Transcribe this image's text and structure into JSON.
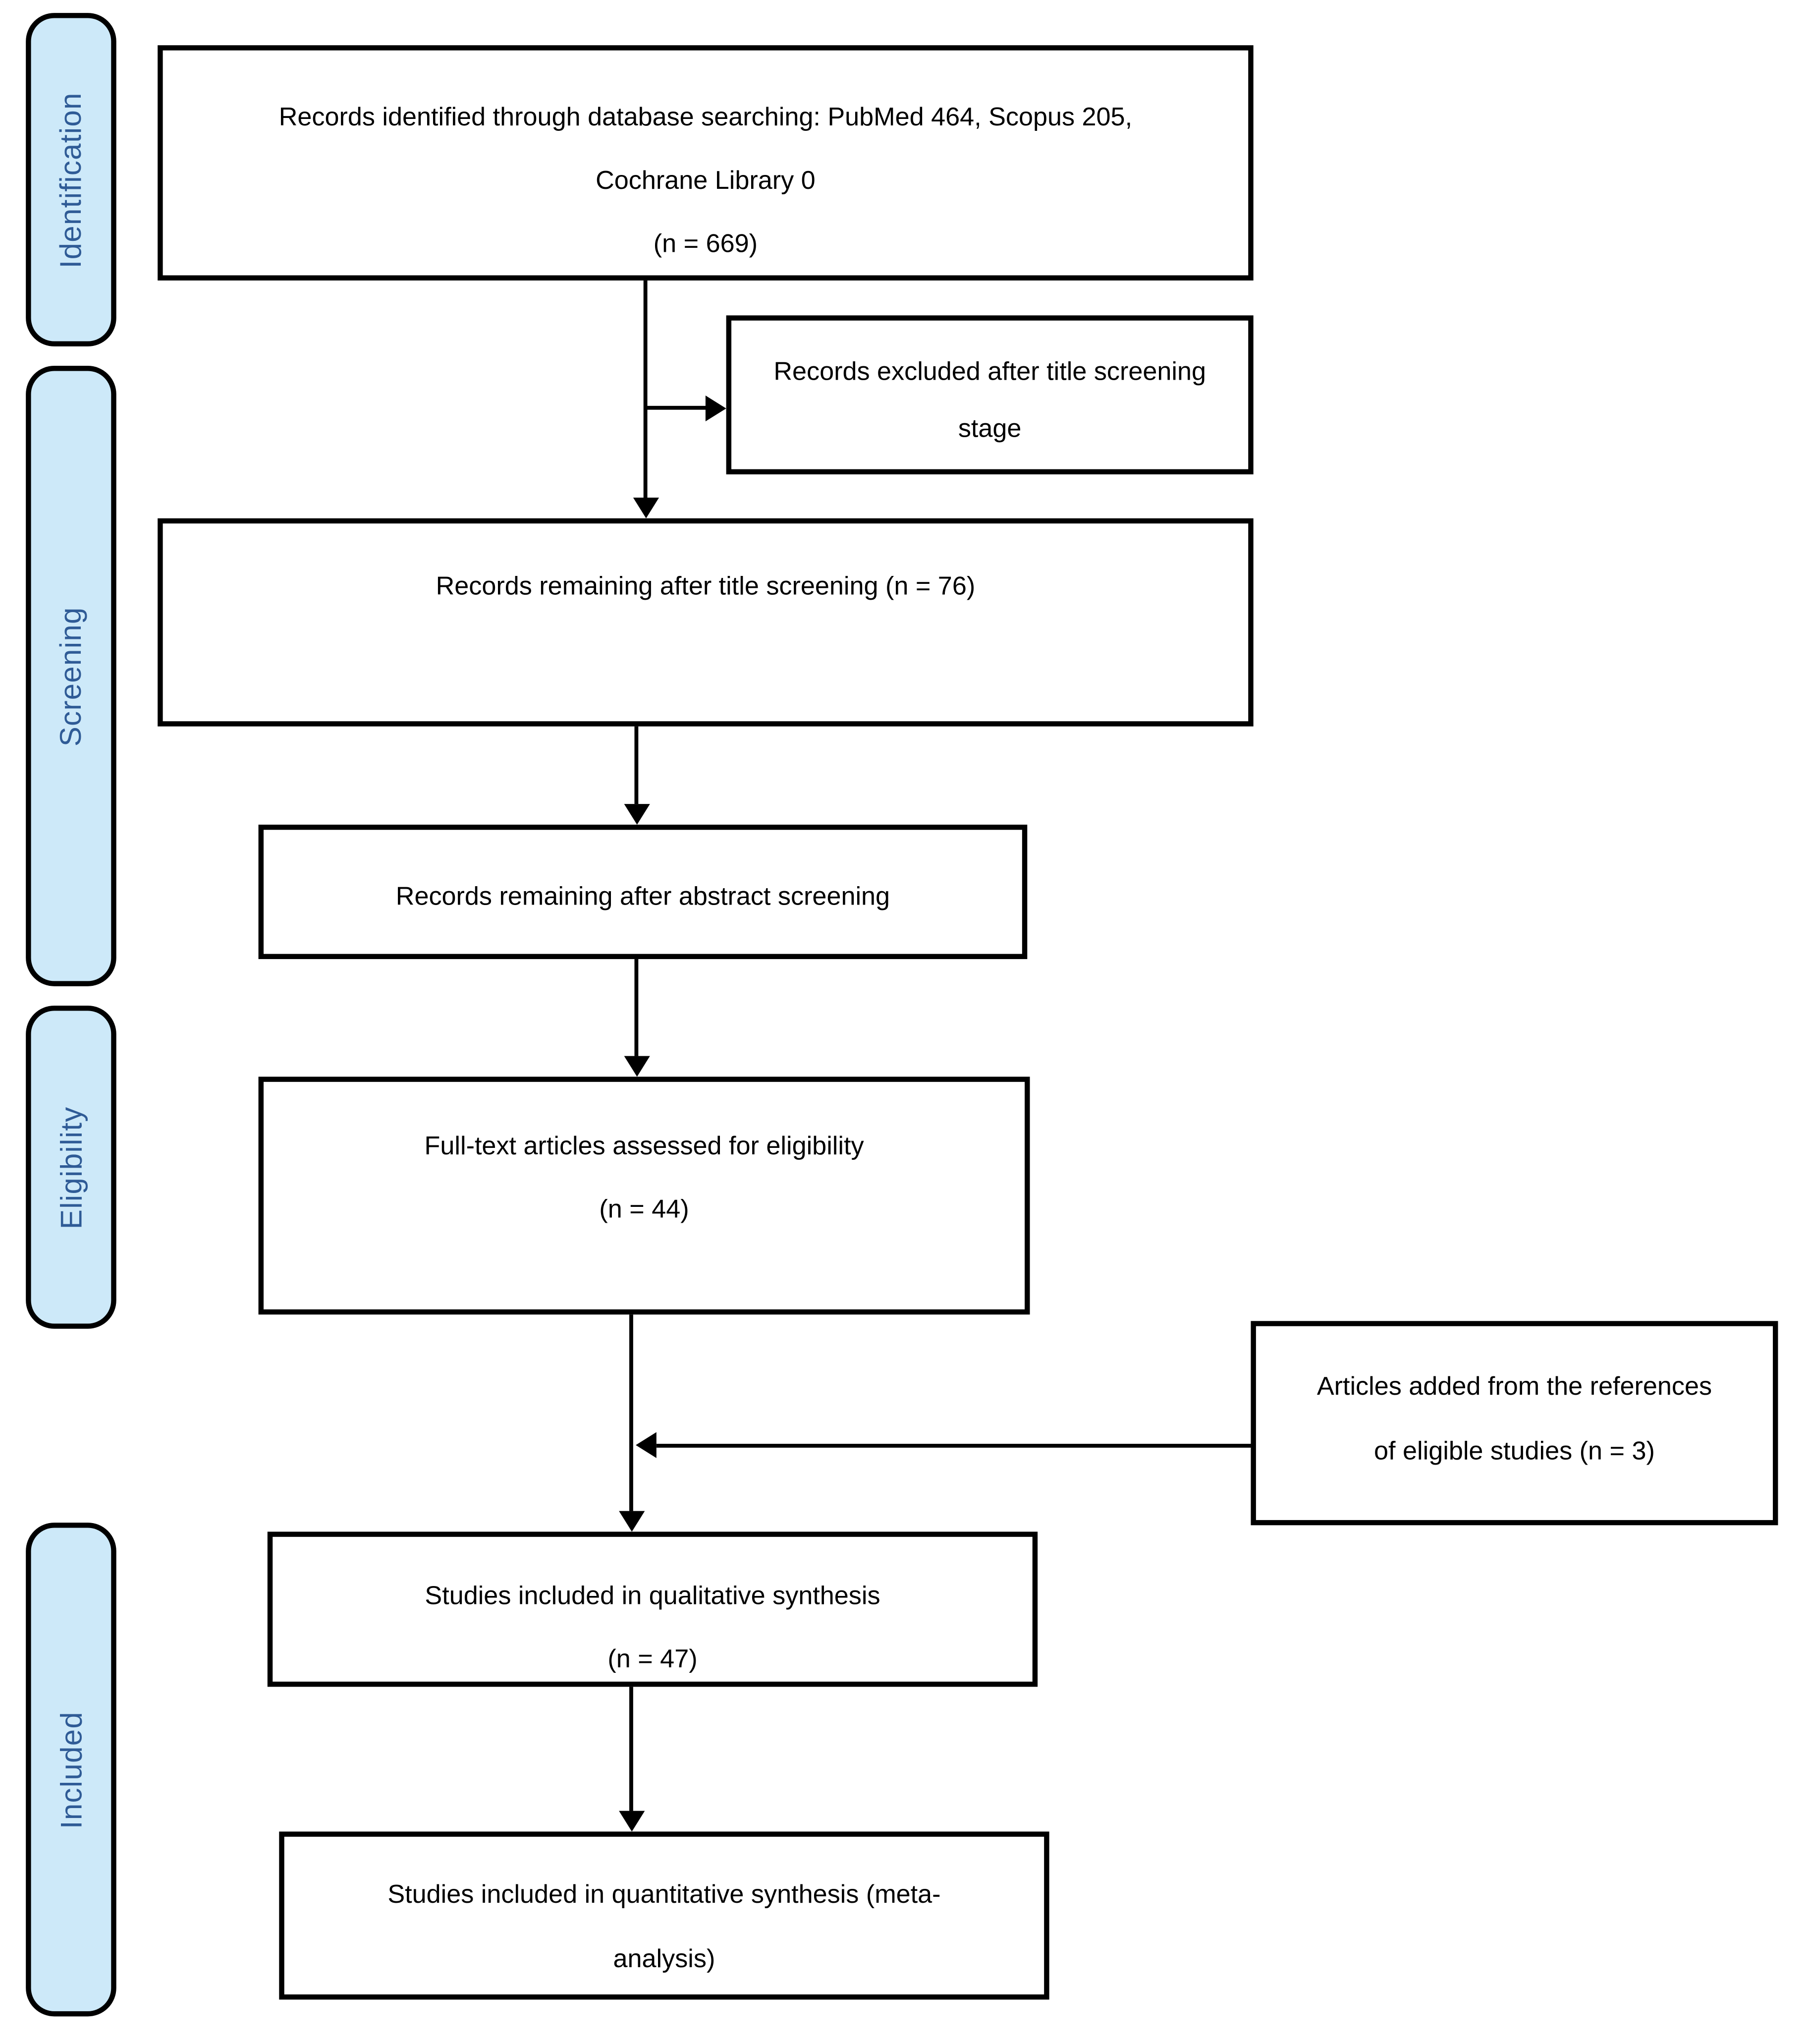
{
  "figure": {
    "type": "prisma-flow-diagram",
    "colors": {
      "stage_fill": "#CDE9F9",
      "stage_text": "#2F5B96",
      "line": "#000000",
      "box_fill": "#FFFFFF"
    },
    "stages": [
      {
        "id": "identification",
        "label": "Identification"
      },
      {
        "id": "screening",
        "label": "Screening"
      },
      {
        "id": "eligibility",
        "label": "Eligibility"
      },
      {
        "id": "included",
        "label": "Included"
      }
    ],
    "boxes": [
      {
        "id": "records-identified",
        "lines": [
          "Records identified through database searching: PubMed 464, Scopus 205,",
          "Cochrane Library 0",
          "(n = 669)"
        ]
      },
      {
        "id": "records-excluded-title",
        "lines": [
          "Records excluded after title screening",
          "stage"
        ]
      },
      {
        "id": "records-after-title-screening",
        "lines": [
          "Records remaining after title screening (n = 76)"
        ]
      },
      {
        "id": "records-after-abstract-screening",
        "lines": [
          "Records remaining after abstract screening"
        ]
      },
      {
        "id": "fulltext-assessed",
        "lines": [
          "Full-text articles assessed for eligibility",
          "(n = 44)"
        ]
      },
      {
        "id": "articles-from-references",
        "lines": [
          "Articles added from the references",
          "of eligible studies (n = 3)"
        ]
      },
      {
        "id": "qualitative-synthesis",
        "lines": [
          "Studies included in qualitative synthesis",
          "(n = 47)"
        ]
      },
      {
        "id": "quantitative-synthesis",
        "lines": [
          "Studies included in quantitative synthesis (meta-",
          "analysis)"
        ]
      }
    ]
  }
}
